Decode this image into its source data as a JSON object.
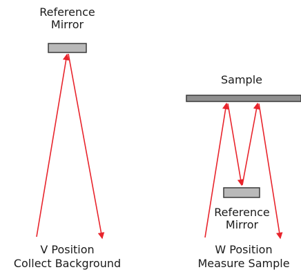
{
  "colors": {
    "beam": "#e8242c",
    "mirror_fill": "#b9b9b9",
    "mirror_stroke": "#3a3a3a",
    "sample_fill": "#8f8f8f",
    "text": "#1a1a1a"
  },
  "left": {
    "mirror_label_line1": "Reference",
    "mirror_label_line2": "Mirror",
    "position_label": "V Position",
    "caption": "Collect Background"
  },
  "right": {
    "sample_label": "Sample",
    "mirror_label_line1": "Reference",
    "mirror_label_line2": "Mirror",
    "position_label": "W Position",
    "caption": "Measure Sample"
  }
}
